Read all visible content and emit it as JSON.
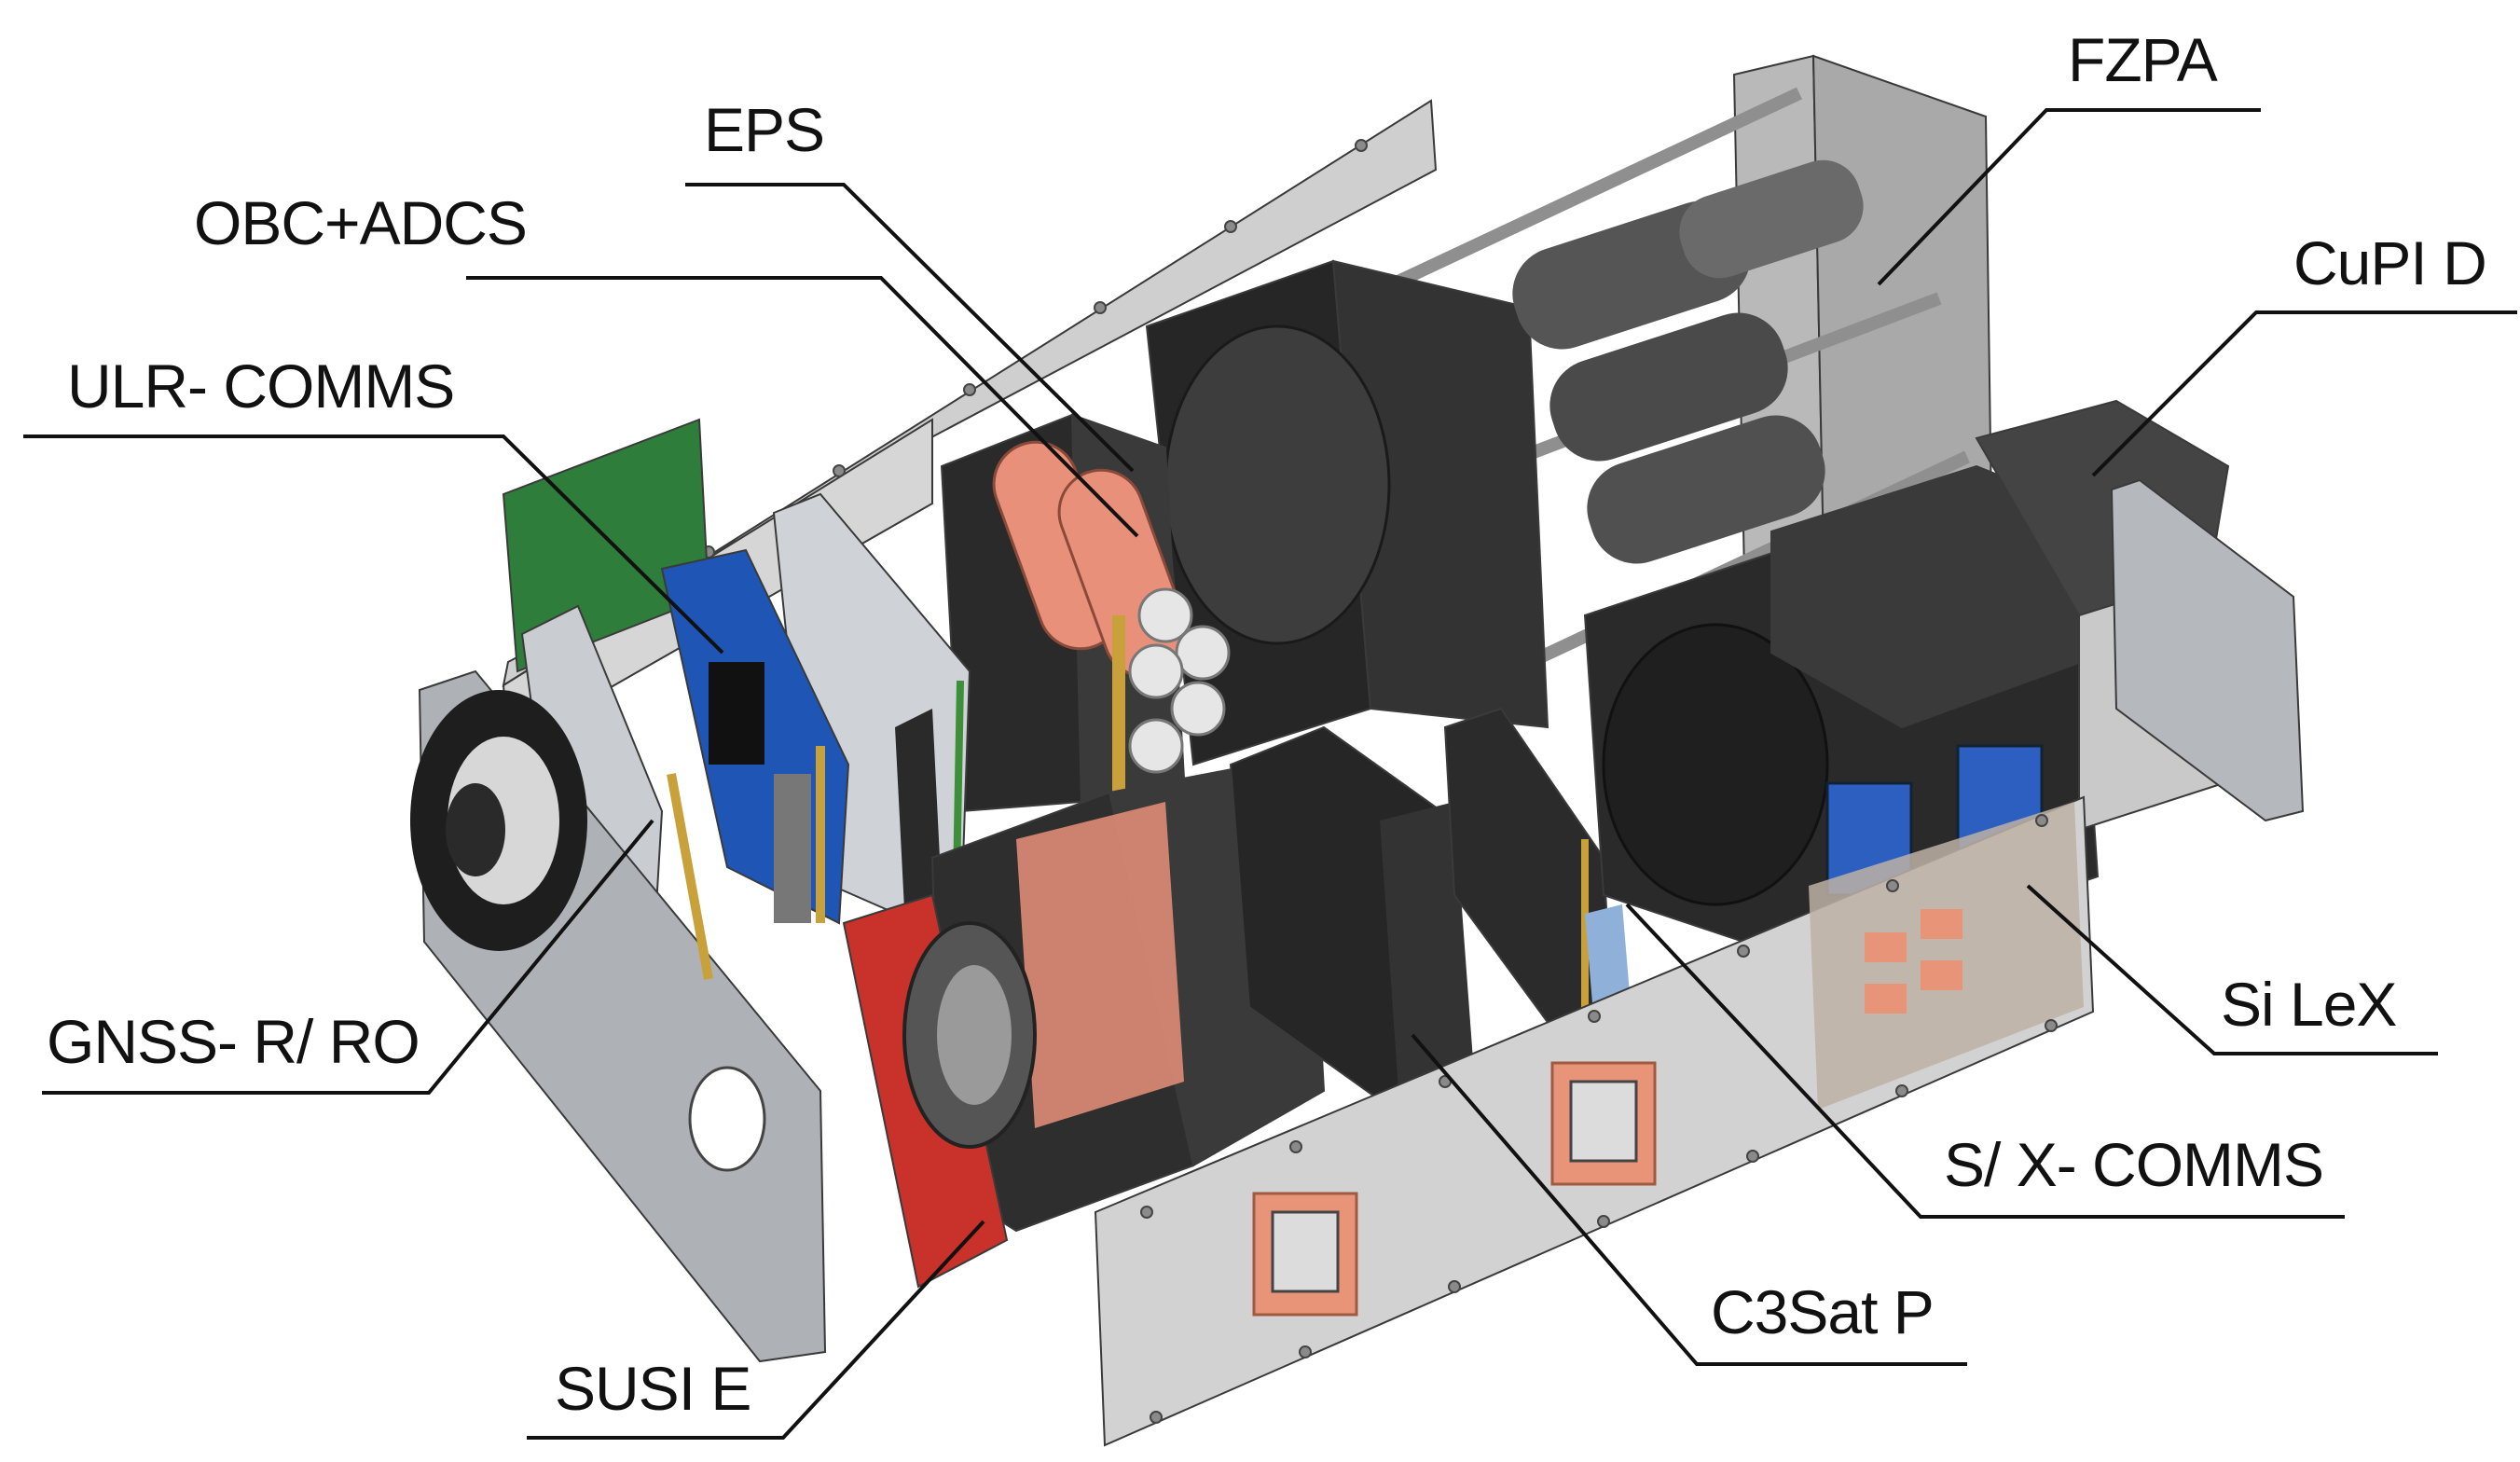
{
  "labels": {
    "fzpa": "FZPA",
    "eps": "EPS",
    "obc_adcs": "OBC+ADCS",
    "cupid": "CuPI D",
    "ulr_comms": "ULR- COMMS",
    "silex": "Si LeX",
    "gnss_rro": "GNSS- R/ RO",
    "sx_comms": "S/ X- COMMS",
    "c3satp": "C3Sat P",
    "susie": "SUSI E"
  },
  "colors": {
    "panel_grey": "#c9c9c9",
    "dark_body": "#2b2b2b",
    "pcb_green": "#2f7d3a",
    "pcb_blue": "#1f55b5",
    "battery_salmon": "#e8907a",
    "susie_red": "#c8322a",
    "cupid_blue": "#2d5fc0",
    "silex_orange": "#e89478"
  }
}
